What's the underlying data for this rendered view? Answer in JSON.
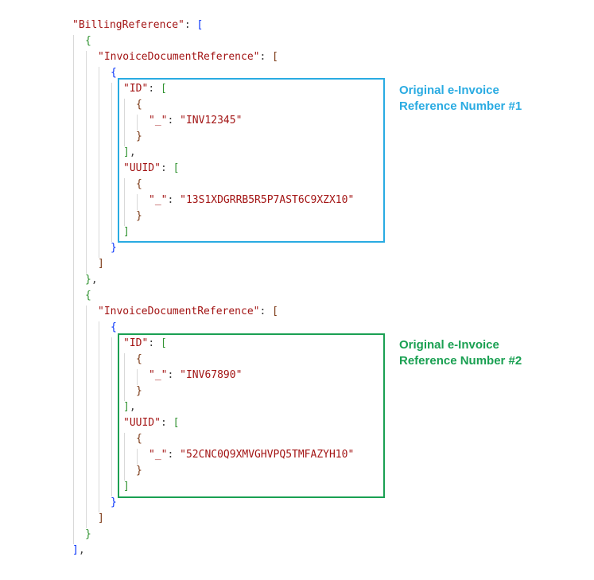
{
  "code": {
    "root_key": "\"BillingReference\"",
    "entries": [
      {
        "key": "\"InvoiceDocumentReference\"",
        "id_key": "\"ID\"",
        "underscore_key": "\"_\"",
        "id_value": "\"INV12345\"",
        "uuid_key": "\"UUID\"",
        "uuid_value": "\"13S1XDGRRB5R5P7AST6C9XZX10\""
      },
      {
        "key": "\"InvoiceDocumentReference\"",
        "id_key": "\"ID\"",
        "underscore_key": "\"_\"",
        "id_value": "\"INV67890\"",
        "uuid_key": "\"UUID\"",
        "uuid_value": "\"52CNC0Q9XMVGHVPQ5TMFAZYH10\""
      }
    ]
  },
  "annotations": [
    {
      "line1": "Original e-Invoice",
      "line2": "Reference Number #1",
      "color": "#29abe2"
    },
    {
      "line1": "Original e-Invoice",
      "line2": "Reference Number #2",
      "color": "#1aa052"
    }
  ],
  "colors": {
    "string": "#a31515",
    "bracket_level1": "#0431fa",
    "bracket_level2": "#319331",
    "bracket_level3": "#7b3814"
  }
}
